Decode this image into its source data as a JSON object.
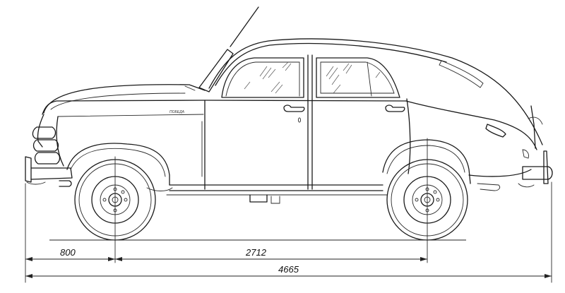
{
  "dimensions": {
    "front_overhang": "800",
    "wheelbase": "2712",
    "overall_length": "4665"
  },
  "badge_text": "ПОБЕДА",
  "colors": {
    "line": "#1a1a1a",
    "background": "#ffffff"
  }
}
